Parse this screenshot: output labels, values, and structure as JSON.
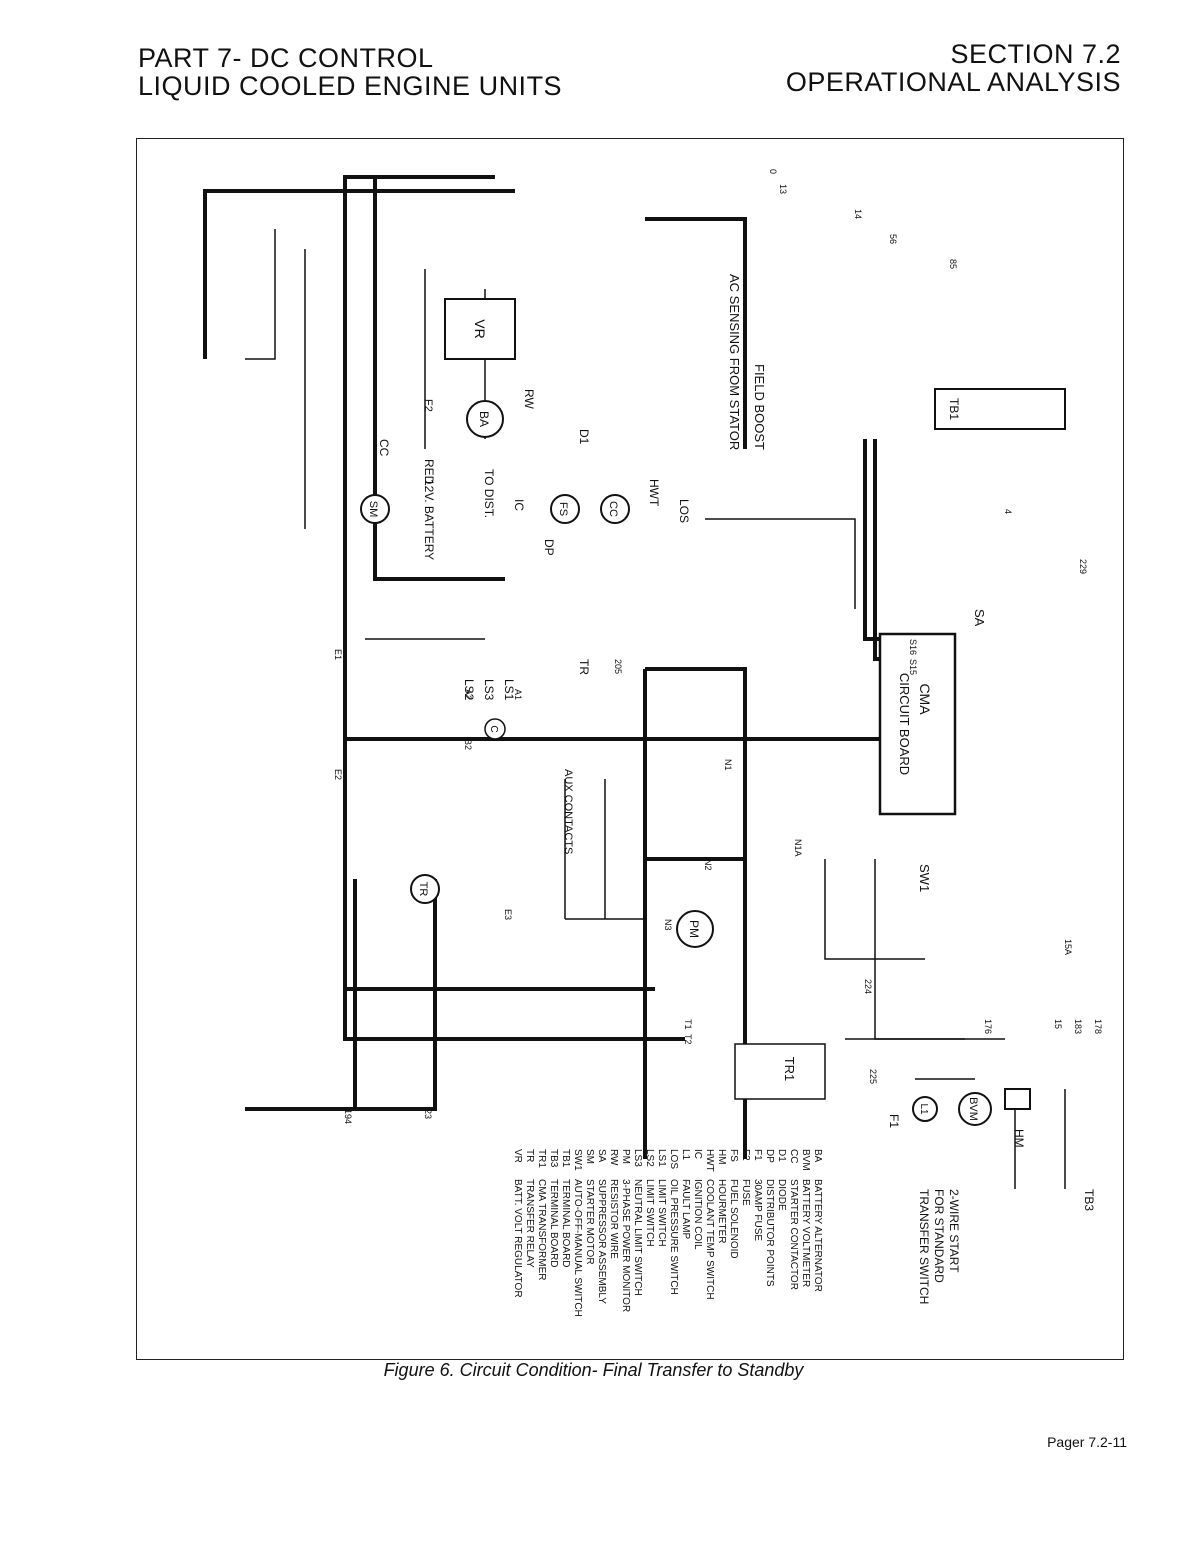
{
  "header": {
    "left_line1": "PART 7- DC CONTROL",
    "left_line2": "LIQUID COOLED ENGINE UNITS",
    "right_line1": "SECTION 7.2",
    "right_line2": "OPERATIONAL ANALYSIS"
  },
  "caption": "Figure 6. Circuit Condition- Final Transfer to Standby",
  "page_number": "Pager 7.2-11",
  "diagram": {
    "component_labels": {
      "vr": "VR",
      "ba": "BA",
      "f2": "F2",
      "cc": "CC",
      "sm": "SM",
      "red": "RED",
      "battery": "12V. BATTERY",
      "rw": "RW",
      "d1": "D1",
      "fs": "FS",
      "cc_relay": "CC",
      "hwt": "HWT",
      "los": "LOS",
      "ic": "IC",
      "dp": "DP",
      "to_dist": "TO DIST.",
      "field_boost": "FIELD BOOST",
      "ac_sensing": "AC SENSING FROM STATOR",
      "tb1": "TB1",
      "sa": "SA",
      "cma": "CMA",
      "circuit_board": "CIRCUIT BOARD",
      "sw1": "SW1",
      "tr": "TR",
      "ls1": "LS1",
      "ls2": "LS2",
      "ls3": "LS3",
      "c": "C",
      "aux_contacts": "AUX CONTACTS",
      "pm": "PM",
      "tr1": "TR1",
      "bvm": "BVM",
      "hm": "HM",
      "l1": "L1",
      "f1": "F1",
      "tb3": "TB3",
      "two_wire_start": "2-WIRE START",
      "for_standard": "FOR STANDARD",
      "transfer_switch": "TRANSFER SWITCH"
    },
    "wire_labels": [
      "0",
      "13",
      "14",
      "56",
      "85",
      "4",
      "229",
      "15",
      "15A",
      "178",
      "183",
      "176",
      "194",
      "23",
      "224",
      "225",
      "T1",
      "T2",
      "N1",
      "N2",
      "N1A",
      "N3",
      "E1",
      "E2",
      "E3",
      "A1",
      "A2",
      "B2",
      "205",
      "S15",
      "S16"
    ],
    "legend": [
      {
        "abbr": "BA",
        "desc": "BATTERY ALTERNATOR"
      },
      {
        "abbr": "BVM",
        "desc": "BATTERY VOLTMETER"
      },
      {
        "abbr": "CC",
        "desc": "STARTER CONTACTOR"
      },
      {
        "abbr": "D1",
        "desc": "DIODE"
      },
      {
        "abbr": "DP",
        "desc": "DISTRIBUTOR POINTS"
      },
      {
        "abbr": "F1",
        "desc": "30AMP FUSE"
      },
      {
        "abbr": "F2",
        "desc": "FUSE"
      },
      {
        "abbr": "FS",
        "desc": "FUEL SOLENOID"
      },
      {
        "abbr": "HM",
        "desc": "HOURMETER"
      },
      {
        "abbr": "HWT",
        "desc": "COOLANT TEMP SWITCH"
      },
      {
        "abbr": "IC",
        "desc": "IGNITION COIL"
      },
      {
        "abbr": "L1",
        "desc": "FAULT LAMP"
      },
      {
        "abbr": "LOS",
        "desc": "OIL PRESSURE SWITCH"
      },
      {
        "abbr": "LS1",
        "desc": "LIMIT SWITCH"
      },
      {
        "abbr": "LS2",
        "desc": "LIMIT SWITCH"
      },
      {
        "abbr": "LS3",
        "desc": "NEUTRAL LIMIT SWITCH"
      },
      {
        "abbr": "PM",
        "desc": "3-PHASE POWER MONITOR"
      },
      {
        "abbr": "RW",
        "desc": "RESISTOR WIRE"
      },
      {
        "abbr": "SA",
        "desc": "SUPPRESSOR ASSEMBLY"
      },
      {
        "abbr": "SM",
        "desc": "STARTER MOTOR"
      },
      {
        "abbr": "SW1",
        "desc": "AUTO-OFF-MANUAL SWITCH"
      },
      {
        "abbr": "TB1",
        "desc": "TERMINAL BOARD"
      },
      {
        "abbr": "TB3",
        "desc": "TERMINAL BOARD"
      },
      {
        "abbr": "TR1",
        "desc": "CMA TRANSFORMER"
      },
      {
        "abbr": "TR",
        "desc": "TRANSFER RELAY"
      },
      {
        "abbr": "VR",
        "desc": "BATT. VOLT REGULATOR"
      }
    ]
  }
}
